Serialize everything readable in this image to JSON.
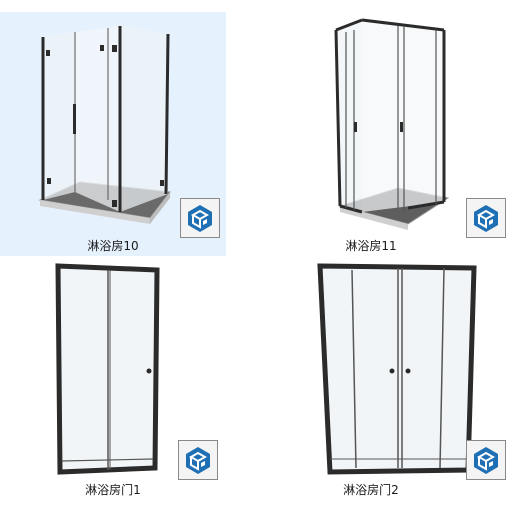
{
  "items": [
    {
      "label": "淋浴房10",
      "selected": true,
      "icon": "sketchup-icon"
    },
    {
      "label": "淋浴房11",
      "selected": false,
      "icon": "sketchup-icon"
    },
    {
      "label": "淋浴房门1",
      "selected": false,
      "icon": "sketchup-icon"
    },
    {
      "label": "淋浴房门2",
      "selected": false,
      "icon": "sketchup-icon"
    }
  ],
  "colors": {
    "selection": "#e5f2fd",
    "frame": "#2b2b2b",
    "sketchup_blue": "#1f6fb5"
  }
}
